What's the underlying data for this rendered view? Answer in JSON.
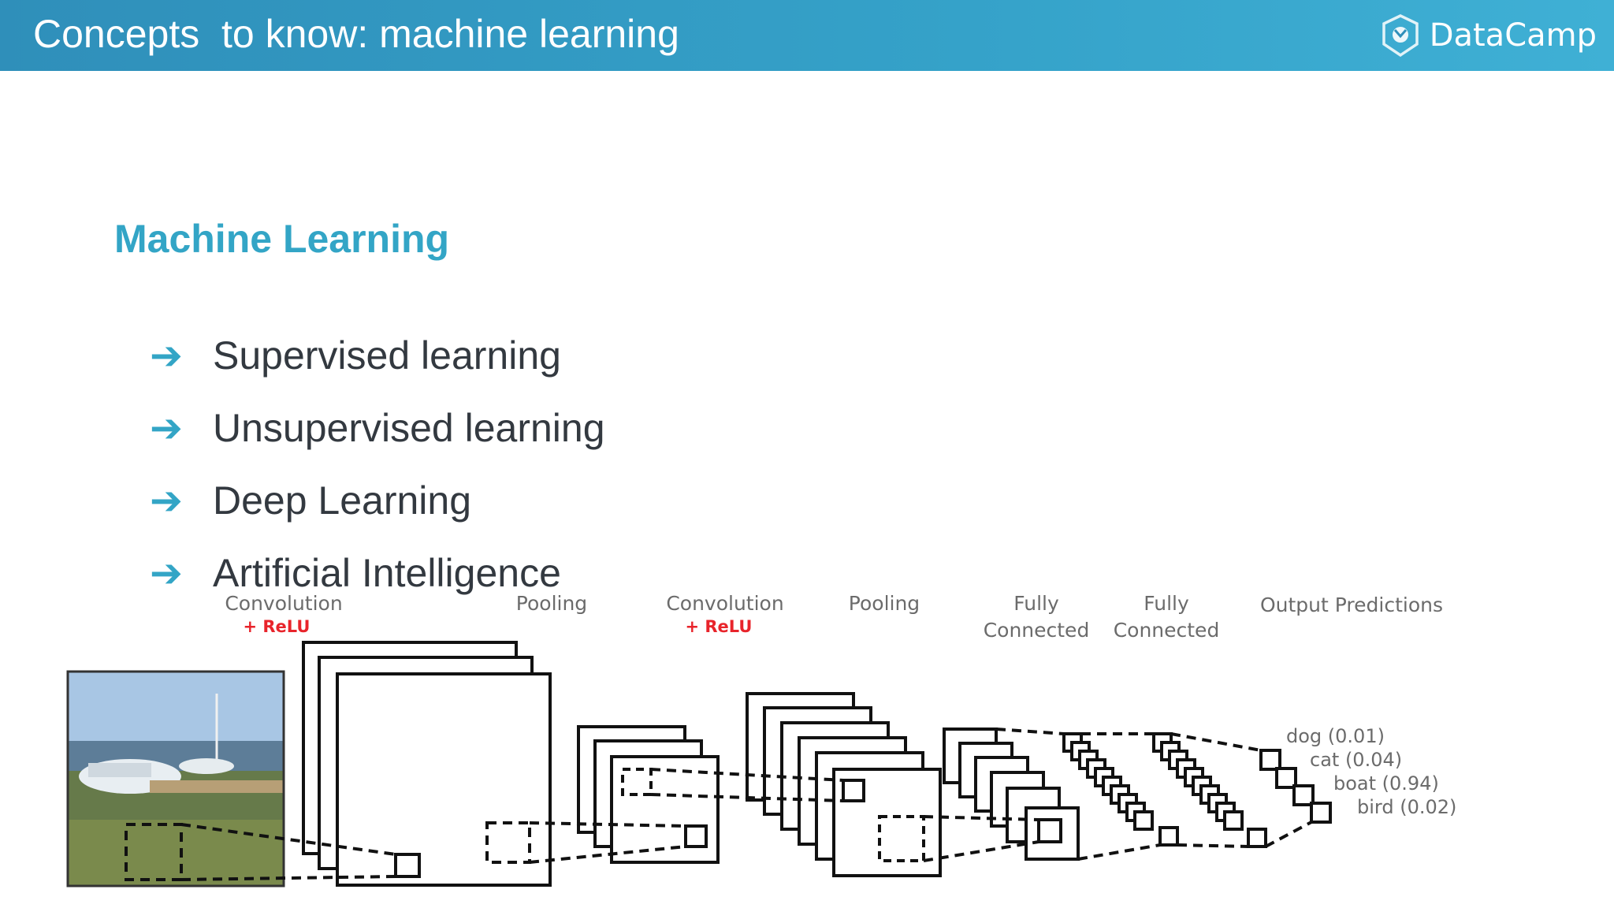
{
  "header": {
    "title": "Concepts  to know: machine learning",
    "brand": "DataCamp",
    "brand_icon": "datacamp-logo-icon"
  },
  "section": {
    "heading": "Machine Learning"
  },
  "bullets": [
    {
      "icon": "arrow-right-icon",
      "label": "Supervised learning"
    },
    {
      "icon": "arrow-right-icon",
      "label": "Unsupervised learning"
    },
    {
      "icon": "arrow-right-icon",
      "label": "Deep Learning"
    },
    {
      "icon": "arrow-right-icon",
      "label": "Artificial Intelligence"
    }
  ],
  "diagram": {
    "stages": [
      {
        "line1": "Convolution",
        "line2": "+ ReLU"
      },
      {
        "line1": "Pooling",
        "line2": ""
      },
      {
        "line1": "Convolution",
        "line2": "+ ReLU"
      },
      {
        "line1": "Pooling",
        "line2": ""
      },
      {
        "line1": "Fully",
        "line2": "Connected"
      },
      {
        "line1": "Fully",
        "line2": "Connected"
      },
      {
        "line1": "Output Predictions",
        "line2": ""
      }
    ],
    "predictions": [
      "dog (0.01)",
      "cat (0.04)",
      "boat (0.94)",
      "bird (0.02)"
    ],
    "colors": {
      "relu": "#e8242b",
      "label": "#6b6b6b",
      "accent": "#33a5c6"
    }
  }
}
